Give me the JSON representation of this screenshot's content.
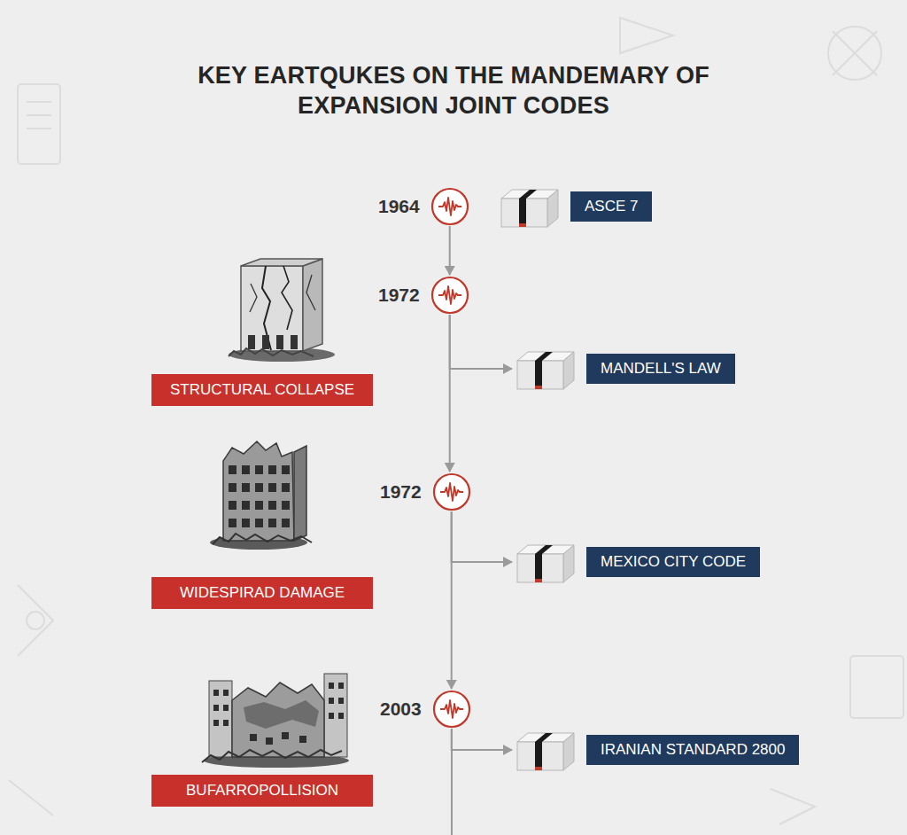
{
  "diagram": {
    "title": "KEY EARTQUKES ON THE MANDEMARY OF EXPANSION JOINT CODES",
    "nodes": [
      {
        "text": [
          "1964"
        ]
      },
      {
        "text": [
          "ASCE 7"
        ]
      },
      {
        "text": [
          "1972"
        ]
      },
      {
        "text": [
          "STRUCTURAL COLLAPSE"
        ]
      },
      {
        "text": [
          "MANDELL'S LAW"
        ]
      },
      {
        "text": [
          "1972"
        ]
      },
      {
        "text": [
          "WIDESPIRAD DAMAGE"
        ]
      },
      {
        "text": [
          "MEXICO CITY CODE"
        ]
      },
      {
        "text": [
          "2003"
        ]
      },
      {
        "text": [
          "BUFARROPOLLISION"
        ]
      },
      {
        "text": [
          "IRANIAN STANDARD 2800"
        ]
      }
    ],
    "edges": [
      {
        "from": 0,
        "to": 2,
        "arrow": "to"
      },
      {
        "from": 2,
        "to": 4,
        "arrow": "to"
      },
      {
        "from": 2,
        "to": 5,
        "arrow": "to"
      },
      {
        "from": 5,
        "to": 7,
        "arrow": "to"
      },
      {
        "from": 5,
        "to": 8,
        "arrow": "to"
      },
      {
        "from": 8,
        "to": 10,
        "arrow": "to"
      }
    ]
  }
}
